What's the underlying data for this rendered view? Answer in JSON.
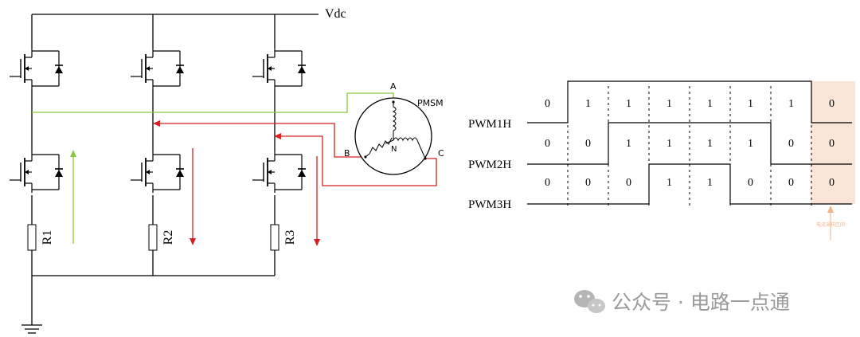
{
  "circuit": {
    "supply_label": "Vdc",
    "resistors": [
      "R1",
      "R2",
      "R3"
    ],
    "motor": {
      "name": "PMSM",
      "terminals": [
        "A",
        "B",
        "C"
      ],
      "neutral": "N"
    },
    "colors": {
      "green_path": "#8dc63f",
      "red_path": "#d42020"
    }
  },
  "pwm": {
    "signals": [
      {
        "name": "PWM1H",
        "bits": [
          "0",
          "1",
          "1",
          "1",
          "1",
          "1",
          "1",
          "0"
        ]
      },
      {
        "name": "PWM2H",
        "bits": [
          "0",
          "0",
          "1",
          "1",
          "1",
          "1",
          "0",
          "0"
        ]
      },
      {
        "name": "PWM3H",
        "bits": [
          "0",
          "0",
          "0",
          "1",
          "1",
          "0",
          "0",
          "0"
        ]
      }
    ],
    "sampling_label": "电流采样区间",
    "highlight_color": "#fbe5d6",
    "arrow_color": "#f4b183"
  },
  "watermark": {
    "text": "公众号 · 电路一点通"
  }
}
